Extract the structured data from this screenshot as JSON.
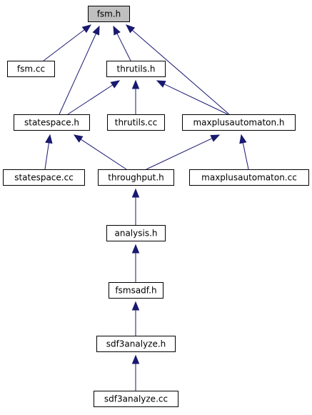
{
  "diagram": {
    "type": "include-dependency-graph",
    "colors": {
      "edge": "#191970",
      "root_fill": "#bfbfbf",
      "node_fill": "#ffffff",
      "node_border": "#000000"
    },
    "nodes": [
      {
        "id": "fsm_h",
        "label": "fsm.h",
        "root": true
      },
      {
        "id": "fsm_cc",
        "label": "fsm.cc"
      },
      {
        "id": "thrutils_h",
        "label": "thrutils.h"
      },
      {
        "id": "statespace_h",
        "label": "statespace.h"
      },
      {
        "id": "thrutils_cc",
        "label": "thrutils.cc"
      },
      {
        "id": "maxplusautomaton_h",
        "label": "maxplusautomaton.h"
      },
      {
        "id": "statespace_cc",
        "label": "statespace.cc"
      },
      {
        "id": "throughput_h",
        "label": "throughput.h"
      },
      {
        "id": "maxplusautomaton_cc",
        "label": "maxplusautomaton.cc"
      },
      {
        "id": "analysis_h",
        "label": "analysis.h"
      },
      {
        "id": "fsmsadf_h",
        "label": "fsmsadf.h"
      },
      {
        "id": "sdf3analyze_h",
        "label": "sdf3analyze.h"
      },
      {
        "id": "sdf3analyze_cc",
        "label": "sdf3analyze.cc"
      }
    ],
    "edges": [
      {
        "from": "fsm_cc",
        "to": "fsm_h"
      },
      {
        "from": "thrutils_h",
        "to": "fsm_h"
      },
      {
        "from": "statespace_h",
        "to": "fsm_h"
      },
      {
        "from": "maxplusautomaton_h",
        "to": "fsm_h"
      },
      {
        "from": "statespace_h",
        "to": "thrutils_h"
      },
      {
        "from": "thrutils_cc",
        "to": "thrutils_h"
      },
      {
        "from": "maxplusautomaton_h",
        "to": "thrutils_h"
      },
      {
        "from": "statespace_cc",
        "to": "statespace_h"
      },
      {
        "from": "throughput_h",
        "to": "statespace_h"
      },
      {
        "from": "throughput_h",
        "to": "maxplusautomaton_h"
      },
      {
        "from": "maxplusautomaton_cc",
        "to": "maxplusautomaton_h"
      },
      {
        "from": "analysis_h",
        "to": "throughput_h"
      },
      {
        "from": "fsmsadf_h",
        "to": "analysis_h"
      },
      {
        "from": "sdf3analyze_h",
        "to": "fsmsadf_h"
      },
      {
        "from": "sdf3analyze_cc",
        "to": "sdf3analyze_h"
      }
    ]
  }
}
